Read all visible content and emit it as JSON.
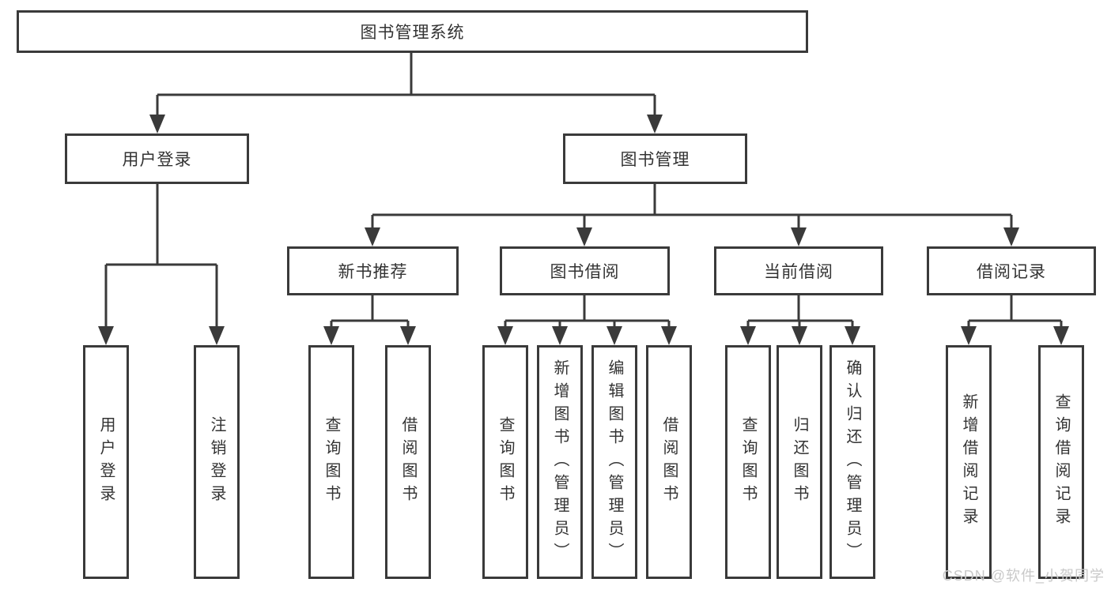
{
  "diagram": {
    "root": {
      "label": "图书管理系统",
      "children": [
        {
          "label": "用户登录",
          "children": [
            {
              "label": "用户登录"
            },
            {
              "label": "注销登录"
            }
          ]
        },
        {
          "label": "图书管理",
          "children": [
            {
              "label": "新书推荐",
              "children": [
                {
                  "label": "查询图书"
                },
                {
                  "label": "借阅图书"
                }
              ]
            },
            {
              "label": "图书借阅",
              "children": [
                {
                  "label": "查询图书"
                },
                {
                  "label": "新增图书（管理员）"
                },
                {
                  "label": "编辑图书（管理员）"
                },
                {
                  "label": "借阅图书"
                }
              ]
            },
            {
              "label": "当前借阅",
              "children": [
                {
                  "label": "查询图书"
                },
                {
                  "label": "归还图书"
                },
                {
                  "label": "确认归还（管理员）"
                }
              ]
            },
            {
              "label": "借阅记录",
              "children": [
                {
                  "label": "新增借阅记录"
                },
                {
                  "label": "查询借阅记录"
                }
              ]
            }
          ]
        }
      ]
    }
  },
  "watermark": {
    "text": "CSDN @软件_小贺同学"
  },
  "colors": {
    "line": "#3a3a3a",
    "text": "#333333",
    "watermark": "#c9c9c9",
    "background": "#ffffff"
  }
}
